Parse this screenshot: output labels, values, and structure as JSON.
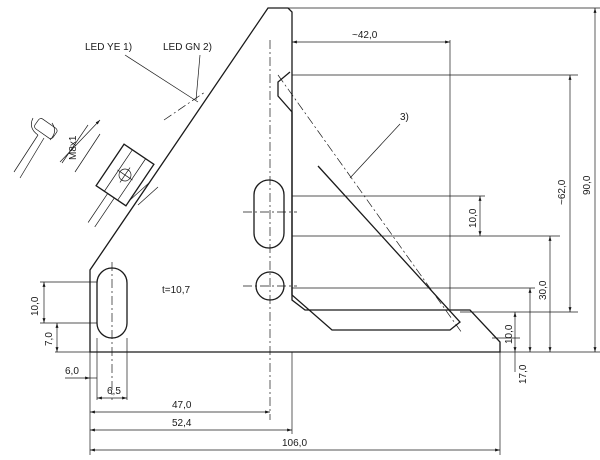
{
  "drawing": {
    "labels": {
      "led_ye": "LED YE 1)",
      "led_gn": "LED GN 2)",
      "note_3": "3)",
      "thickness": "t=10,7",
      "thread": "M8x1"
    },
    "dims": {
      "d_42": "~42,0",
      "d_62": "~62,0",
      "d_90": "90,0",
      "d_10_right": "10,0",
      "d_30": "30,0",
      "d_10_lower_right": "10,0",
      "d_17": "17,0",
      "d_10_left": "10,0",
      "d_7": "7,0",
      "d_6": "6,0",
      "d_6_5": "6,5",
      "d_47": "47,0",
      "d_52_4": "52,4",
      "d_106": "106,0"
    }
  }
}
